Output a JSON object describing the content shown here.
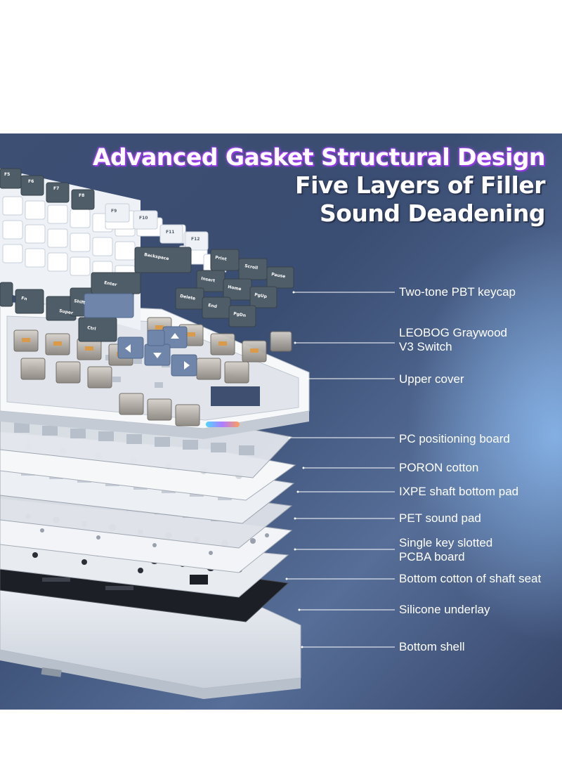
{
  "headline": {
    "line1": "Advanced  Gasket Structural Design",
    "line2": "Five Layers of Filler",
    "line3": "Sound Deadening"
  },
  "keys": {
    "backspace": "Backspace",
    "enter": "Enter",
    "shift": "Shift",
    "super": "Super",
    "ctrl": "Ctrl",
    "fn": "Fn",
    "insert": "Insert",
    "home": "Home",
    "pgup": "PgUp",
    "delete": "Delete",
    "end": "End",
    "pgdn": "PgDn",
    "print": "Print",
    "scroll": "Scroll",
    "pause": "Pause",
    "f5": "F5",
    "f6": "F6",
    "f7": "F7",
    "f8": "F8",
    "f9": "F9",
    "f10": "F10",
    "f11": "F11",
    "f12": "F12"
  },
  "callouts": [
    {
      "label": "Two-tone PBT keycap"
    },
    {
      "label": "LEOBOG Graywood\nV3 Switch"
    },
    {
      "label": "Upper cover"
    },
    {
      "label": "PC positioning board"
    },
    {
      "label": "PORON cotton"
    },
    {
      "label": "IXPE shaft bottom pad"
    },
    {
      "label": "PET sound pad"
    },
    {
      "label": "Single key slotted\nPCBA board"
    },
    {
      "label": "Bottom cotton of shaft seat"
    },
    {
      "label": "Silicone underlay"
    },
    {
      "label": "Bottom shell"
    }
  ],
  "colors": {
    "background_top": "#3d4f73",
    "glow": "#96c8ff",
    "keycap_dark": "#4f5d68",
    "keycap_light": "#eef2f6",
    "keycap_blue": "#6f86aa",
    "headline_glow": "#a24cf0"
  }
}
